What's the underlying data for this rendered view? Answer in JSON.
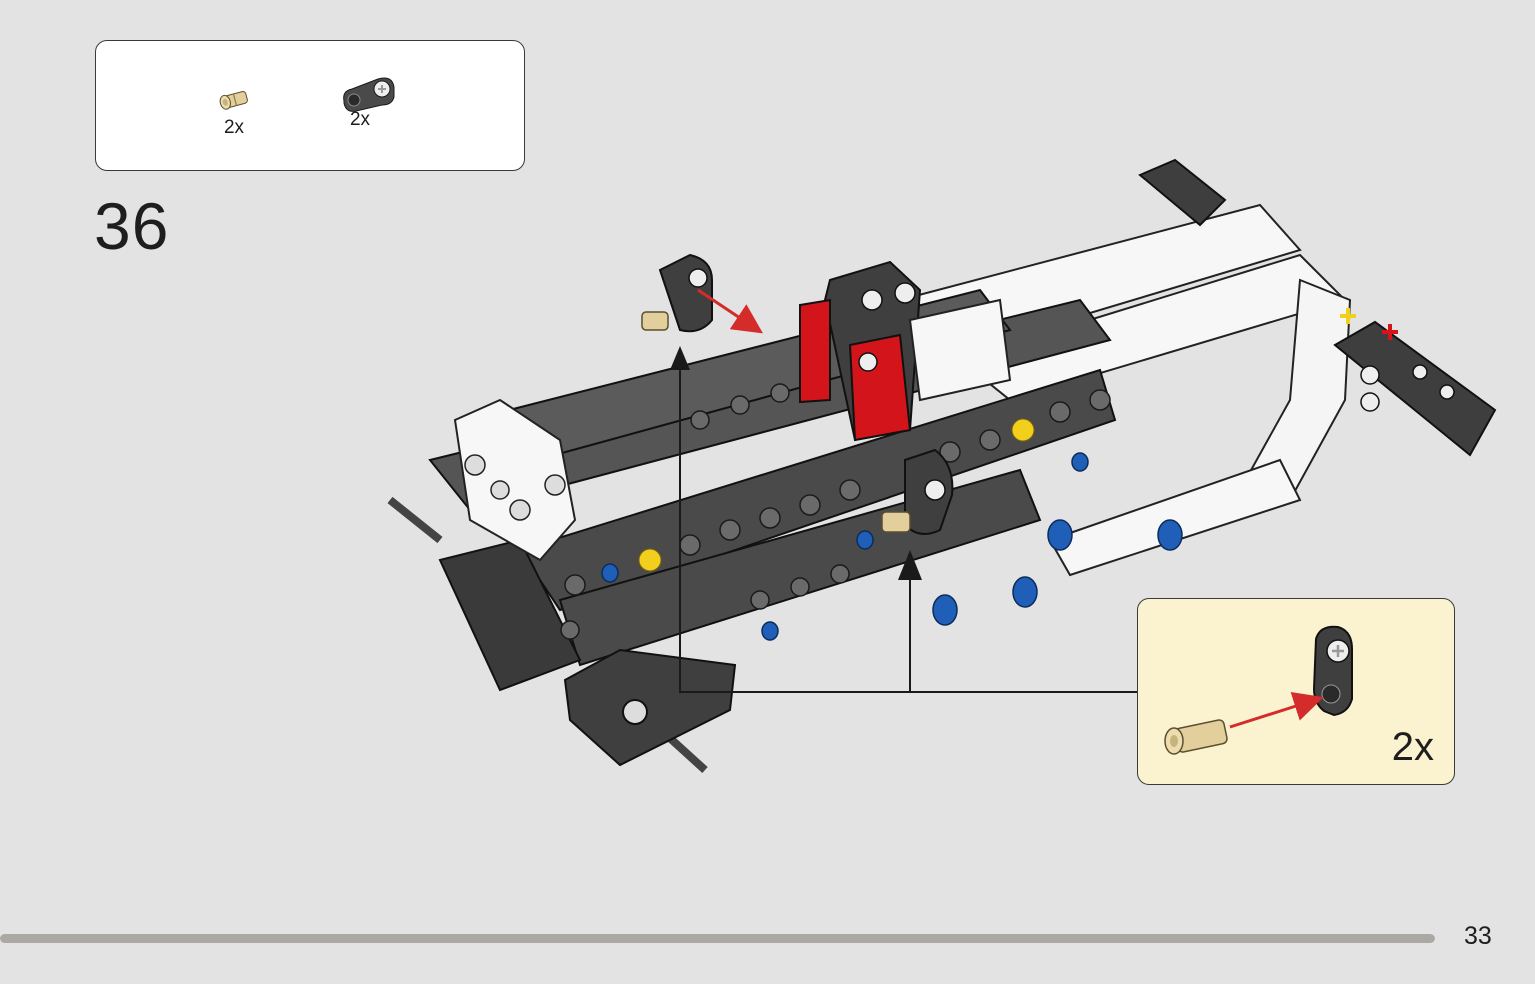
{
  "parts_list": {
    "items": [
      {
        "icon": "tan-friction-pin-icon",
        "quantity": "2x"
      },
      {
        "icon": "black-pin-connector-icon",
        "quantity": "2x"
      }
    ]
  },
  "step": {
    "number": "36"
  },
  "sub_assembly": {
    "quantity": "2x"
  },
  "progress": {
    "fraction": 1.0
  },
  "page": {
    "number": "33"
  },
  "colors": {
    "background": "#e3e3e3",
    "callout_background": "#fbf2cf",
    "arrow_red": "#d42b2b",
    "technic_red": "#d3151b",
    "technic_dark_gray": "#4a4a4a",
    "technic_white": "#f7f7f7",
    "pin_blue": "#1f5fb7",
    "axle_yellow": "#f2cf1c",
    "pin_tan": "#e3cf9b"
  }
}
